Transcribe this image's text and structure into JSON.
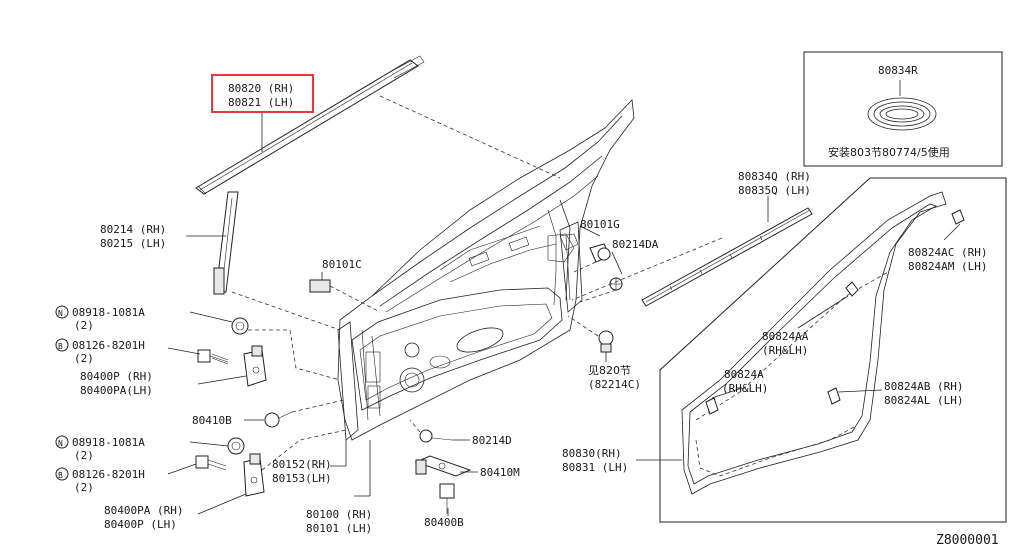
{
  "diagram_id": "Z8000001",
  "highlight_color": "#e23b3b",
  "labels": {
    "p80820": "80820 (RH)",
    "p80821": "80821 (LH)",
    "p80214": "80214 (RH)",
    "p80215": "80215 (LH)",
    "p80101c": "80101C",
    "p80101g": "80101G",
    "p80214da": "80214DA",
    "n08918a": "08918-1081A",
    "n08918a_q": "(2)",
    "b08126a": "08126-8201H",
    "b08126a_q": "(2)",
    "p80400p_rh": "80400P (RH)",
    "p80400pa_lh": "80400PA(LH)",
    "p80410b": "80410B",
    "n08918b": "08918-1081A",
    "n08918b_q": "(2)",
    "b08126b": "08126-8201H",
    "b08126b_q": "(2)",
    "p80400pa_rh": "80400PA (RH)",
    "p80400p_lh": "80400P  (LH)",
    "p80152": "80152(RH)",
    "p80153": "80153(LH)",
    "p80100": "80100 (RH)",
    "p80101": "80101 (LH)",
    "p80214d": "80214D",
    "p80410m": "80410M",
    "p80400b": "80400B",
    "see820": "见820节",
    "see820_ref": "(82214C)",
    "p80834q": "80834Q (RH)",
    "p80835q": "80835Q (LH)",
    "p80834r": "80834R",
    "inset_note": "安装803节80774/5使用",
    "p80824ac": "80824AC (RH)",
    "p80824am": "80824AM (LH)",
    "p80824aa": "80824AA",
    "p80824aa_side": "(RH&LH)",
    "p80824a": "80824A",
    "p80824a_side": "(RH&LH)",
    "p80824ab": "80824AB (RH)",
    "p80824al": "80824AL (LH)",
    "p80830": "80830(RH)",
    "p80831": "80831 (LH)",
    "circle_n": "N",
    "circle_b": "B"
  }
}
